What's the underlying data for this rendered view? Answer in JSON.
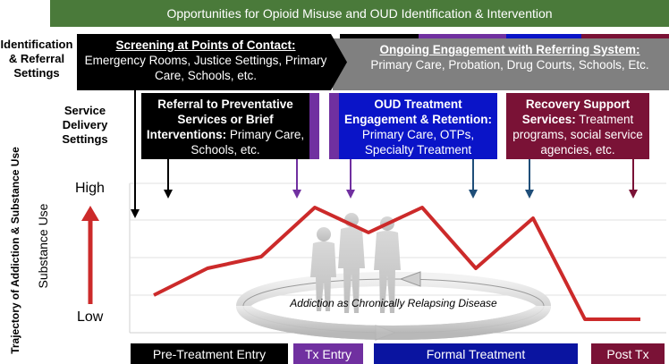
{
  "top_banner": "Opportunities for Opioid Misuse and OUD Identification & Intervention",
  "left_labels": {
    "identification": "Identification & Referral Settings",
    "service": "Service Delivery Settings"
  },
  "screening": {
    "heading": "Screening at Points of Contact:",
    "text": "Emergency Rooms, Justice Settings, Primary Care, Schools, etc."
  },
  "ongoing": {
    "heading": "Ongoing Engagement with Referring System:",
    "text": "Primary Care, Probation, Drug Courts, Schools, Etc."
  },
  "referral": {
    "heading": "Referral to Preventative Services or Brief Interventions:",
    "text": "Primary Care, Schools, etc."
  },
  "oud": {
    "heading": "OUD Treatment Engagement & Retention:",
    "text": "Primary Care, OTPs, Specialty Treatment"
  },
  "recovery": {
    "heading": "Recovery Support Services:",
    "text": "Treatment programs, social service agencies, etc."
  },
  "axis": {
    "trajectory": "Trajectory of Addiction & Substance Use",
    "substance": "Substance Use",
    "high": "High",
    "low": "Low"
  },
  "cycle_label": "Addiction as Chronically Relapsing Disease",
  "phases": {
    "pre": "Pre-Treatment Entry",
    "tx_entry": "Tx Entry",
    "formal": "Formal Treatment",
    "post": "Post Tx"
  },
  "colors": {
    "green": "#4a7a3a",
    "black": "#000000",
    "gray": "#808080",
    "purple": "#7030a0",
    "blue": "#0a14c8",
    "maroon": "#7a1236",
    "steel_blue": "#1f4e79",
    "red_line": "#cc2a2a"
  },
  "trajectory_points": [
    [
      172,
      330
    ],
    [
      232,
      300
    ],
    [
      292,
      287
    ],
    [
      352,
      232
    ],
    [
      412,
      260
    ],
    [
      472,
      232
    ],
    [
      532,
      300
    ],
    [
      596,
      244
    ],
    [
      654,
      357
    ],
    [
      716,
      357
    ]
  ]
}
